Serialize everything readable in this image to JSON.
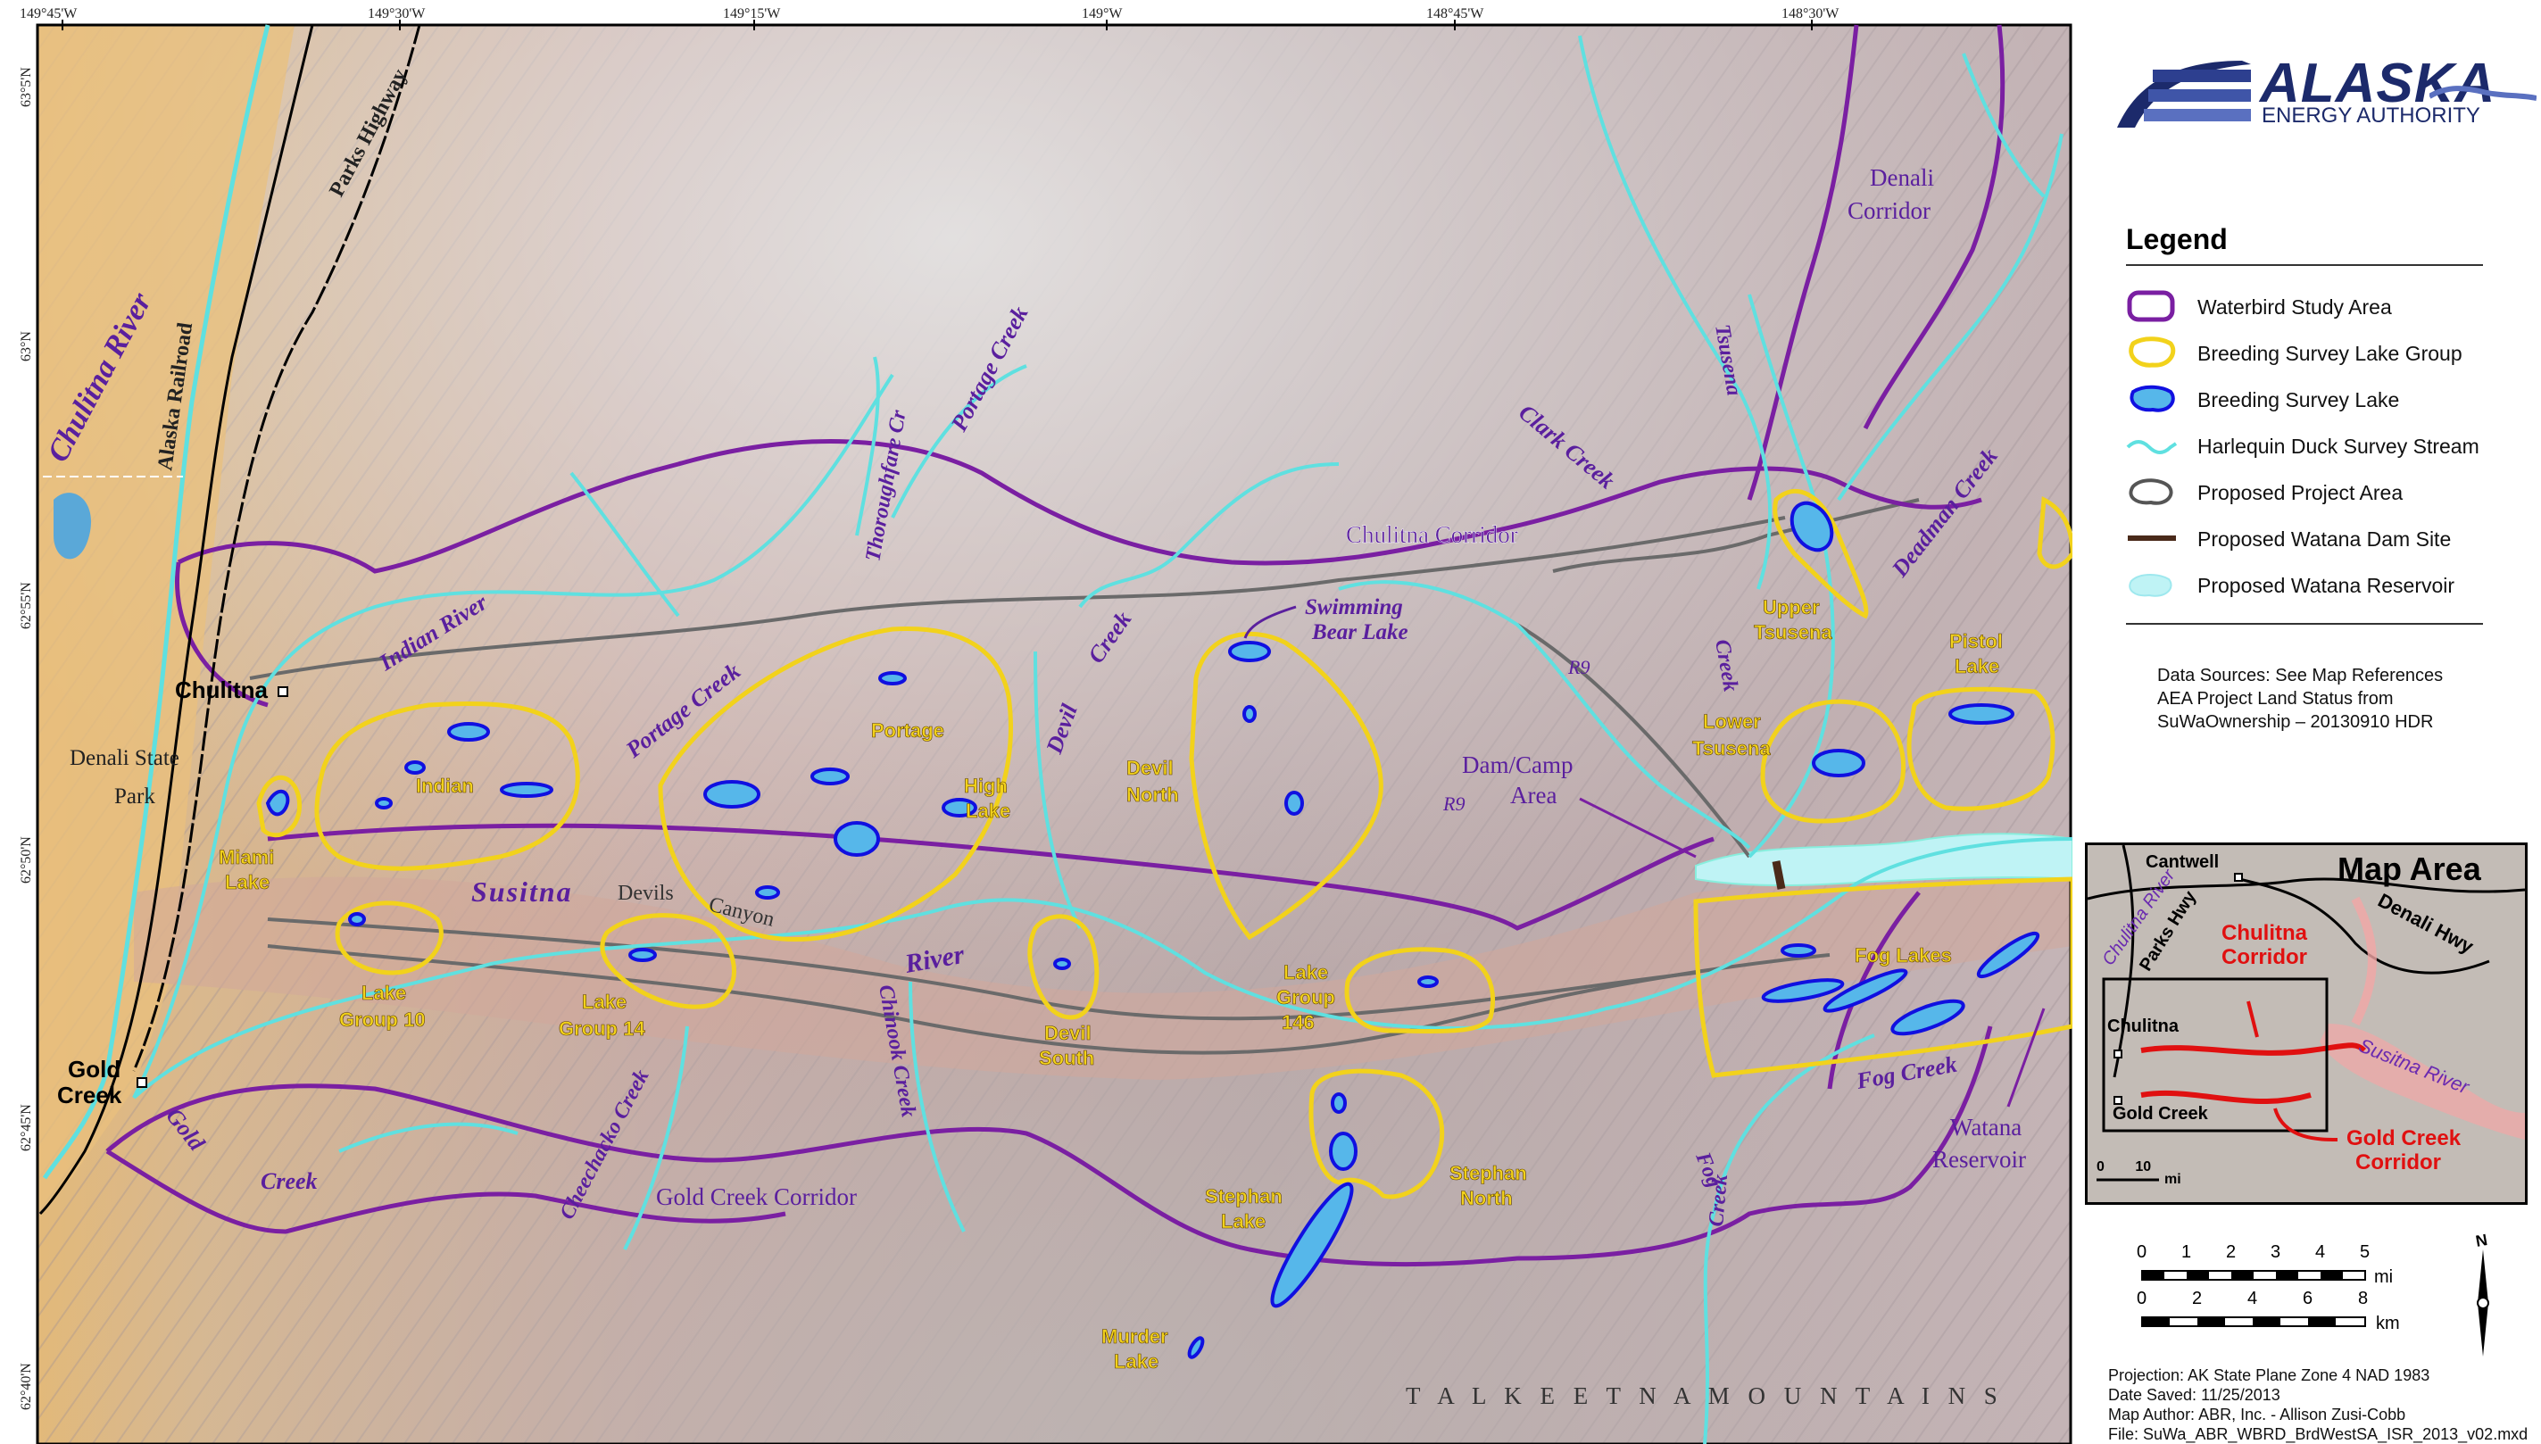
{
  "map": {
    "lon_ticks": [
      "149°45'W",
      "149°30'W",
      "149°15'W",
      "149°W",
      "148°45'W",
      "148°30'W"
    ],
    "lat_ticks": [
      "63°5'N",
      "63°N",
      "62°55'N",
      "62°50'N",
      "62°45'N",
      "62°40'N"
    ],
    "mountains_label": "T A L K E E T N A   M O U N T A I N S",
    "corridors": [
      "Chulitna Corridor",
      "Gold Creek Corridor",
      "Denali Corridor"
    ],
    "corridor_denali_line2": "Corridor",
    "corridor_denali_line1": "Denali",
    "reservoir_line1": "Watana",
    "reservoir_line2": "Reservoir",
    "dam_label_line1": "Dam/Camp",
    "dam_label_line2": "Area",
    "r9_label": "R9",
    "rivers": {
      "chulitna": "Chulitna River",
      "susitna": "Susitna",
      "river": "River",
      "devils": "Devils",
      "canyon": "Canyon",
      "indian": "Indian River",
      "portage1": "Portage Creek",
      "portage2": "Portage Creek",
      "thoroughfare": "Thoroughfare Cr",
      "devil_creek1": "Devil",
      "devil_creek2": "Creek",
      "clark": "Clark Creek",
      "tsusena": "Tsusena",
      "tsusena_creek": "Creek",
      "deadman": "Deadman Creek",
      "fog": "Fog   Creek",
      "fog2": "Fog",
      "fog3": "Creek",
      "chinook": "Chinook Creek",
      "cheechacko": "Cheechacko Creek",
      "gold1": "Gold",
      "gold2": "Creek"
    },
    "features": {
      "parks_highway": "Parks Highway",
      "alaska_railroad": "Alaska Railroad",
      "chulitna_town": "Chulitna",
      "gold_creek_1": "Gold",
      "gold_creek_2": "Creek",
      "denali_state_1": "Denali State",
      "denali_state_2": "Park"
    },
    "lake_groups": {
      "miami1": "Miami",
      "miami2": "Lake",
      "indian": "Indian",
      "portage": "Portage",
      "high1": "High",
      "high2": "Lake",
      "lg10_1": "Lake",
      "lg10_2": "Group 10",
      "lg14_1": "Lake",
      "lg14_2": "Group 14",
      "devil_south1": "Devil",
      "devil_south2": "South",
      "devil_north1": "Devil",
      "devil_north2": "North",
      "swimming1": "Swimming",
      "swimming2": "Bear Lake",
      "lg146_1": "Lake",
      "lg146_2": "Group",
      "lg146_3": "146",
      "stephan1": "Stephan",
      "stephan2": "Lake",
      "stephan_north1": "Stephan",
      "stephan_north2": "North",
      "murder1": "Murder",
      "murder2": "Lake",
      "upper1": "Upper",
      "upper2": "Tsusena",
      "lower1": "Lower",
      "lower2": "Tsusena",
      "pistol1": "Pistol",
      "pistol2": "Lake",
      "fog_lakes": "Fog   Lakes"
    }
  },
  "logo": {
    "title": "ALASKA",
    "subtitle": "ENERGY AUTHORITY"
  },
  "legend": {
    "title": "Legend",
    "items": [
      {
        "label": "Waterbird Study Area",
        "icon": "purple-outline-icon"
      },
      {
        "label": "Breeding Survey Lake Group",
        "icon": "yellow-outline-icon"
      },
      {
        "label": "Breeding Survey Lake",
        "icon": "blue-lake-icon"
      },
      {
        "label": "Harlequin Duck Survey Stream",
        "icon": "cyan-wave-icon"
      },
      {
        "label": "Proposed Project Area",
        "icon": "gray-outline-icon"
      },
      {
        "label": "Proposed Watana Dam Site",
        "icon": "brown-line-icon"
      },
      {
        "label": "Proposed Watana Reservoir",
        "icon": "light-cyan-fill-icon"
      }
    ]
  },
  "sources": {
    "line1": "Data Sources: See Map References",
    "line2": "AEA Project Land Status from",
    "line3": "SuWaOwnership – 20130910 HDR"
  },
  "inset": {
    "title": "Map Area",
    "cantwell": "Cantwell",
    "chulitna_river": "Chulitna River",
    "parks_hwy": "Parks Hwy",
    "denali_hwy": "Denali Hwy",
    "chulitna": "Chulitna",
    "gold_creek": "Gold Creek",
    "susitna_river": "Susitna River",
    "chulitna_corridor_1": "Chulitna",
    "chulitna_corridor_2": "Corridor",
    "gold_creek_corridor_1": "Gold Creek",
    "gold_creek_corridor_2": "Corridor",
    "scale_0": "0",
    "scale_10": "10",
    "scale_unit": "mi"
  },
  "scale": {
    "mi_ticks": [
      "0",
      "1",
      "2",
      "3",
      "4",
      "5"
    ],
    "mi_unit": "mi",
    "km_ticks": [
      "0",
      "2",
      "4",
      "6",
      "8"
    ],
    "km_unit": "km",
    "north": "N"
  },
  "footer": {
    "projection": "Projection: AK State Plane Zone 4 NAD 1983",
    "date": "Date Saved: 11/25/2013",
    "author": "Map Author: ABR, Inc. - Allison Zusi-Cobb",
    "file": "File: SuWa_ABR_WBRD_BrdWestSA_ISR_2013_v02.mxd"
  },
  "colors": {
    "study_area": "#7a1fa2",
    "lake_group": "#f2d21b",
    "lake": "#1010e0",
    "stream": "#5fe0e0",
    "project_area": "#666666",
    "dam": "#4a2a1a",
    "reservoir": "#bff3f5",
    "label_purple": "#5a1f9e",
    "label_yellow": "#f2d21b"
  }
}
